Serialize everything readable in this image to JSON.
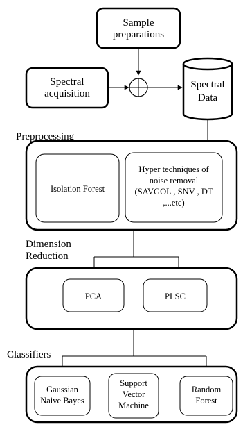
{
  "nodes": {
    "sample_preparations": [
      "Sample",
      "preparations"
    ],
    "spectral_acquisition": [
      "Spectral",
      "acquisition"
    ],
    "spectral_data": [
      "Spectral",
      "Data"
    ],
    "isolation_forest": [
      "Isolation Forest"
    ],
    "noise_removal": [
      "Hyper techniques of",
      "noise removal",
      "(SAVGOL , SNV , DT",
      ",...etc)"
    ],
    "pca": [
      "PCA"
    ],
    "plsc": [
      "PLSC"
    ],
    "gaussian_nb": [
      "Gaussian",
      "Naive Bayes"
    ],
    "svm": [
      "Support",
      "Vector",
      "Machine"
    ],
    "random_forest": [
      "Random",
      "Forest"
    ]
  },
  "sections": {
    "preprocessing": "Preprocessing",
    "dimension_reduction": [
      "Dimension",
      "Reduction"
    ],
    "classifiers": "Classifiers"
  }
}
